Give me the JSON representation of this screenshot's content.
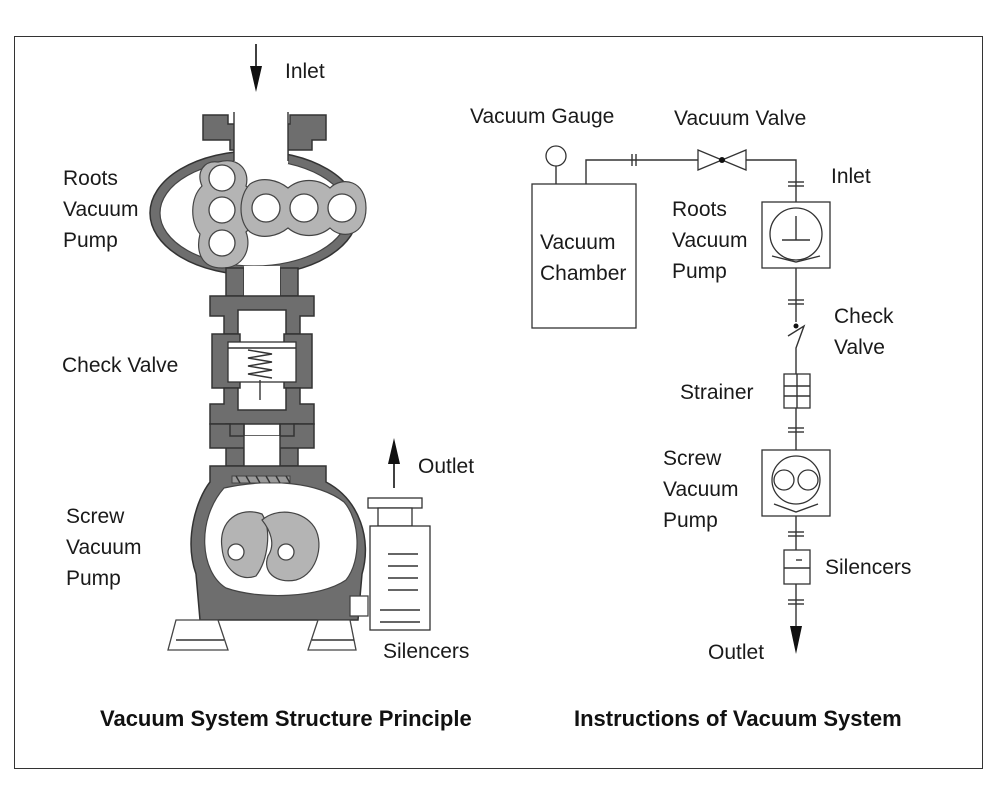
{
  "left_diagram": {
    "inlet": "Inlet",
    "outlet": "Outlet",
    "roots_pump": [
      "Roots",
      "Vacuum",
      "Pump"
    ],
    "check_valve": "Check Valve",
    "screw_pump": [
      "Screw",
      "Vacuum",
      "Pump"
    ],
    "silencers": "Silencers",
    "caption": "Vacuum System Structure Principle"
  },
  "right_diagram": {
    "vacuum_gauge": "Vacuum Gauge",
    "vacuum_valve": "Vacuum Valve",
    "inlet": "Inlet",
    "vacuum_chamber": [
      "Vacuum",
      "Chamber"
    ],
    "roots_pump": [
      "Roots",
      "Vacuum",
      "Pump"
    ],
    "check_valve": [
      "Check",
      "Valve"
    ],
    "strainer": "Strainer",
    "screw_pump": [
      "Screw",
      "Vacuum",
      "Pump"
    ],
    "silencers": "Silencers",
    "outlet": "Outlet",
    "caption": "Instructions of Vacuum System"
  },
  "colors": {
    "dark_metal": "#6e6e6e",
    "light_metal": "#b4b4b4",
    "line": "#333333"
  }
}
